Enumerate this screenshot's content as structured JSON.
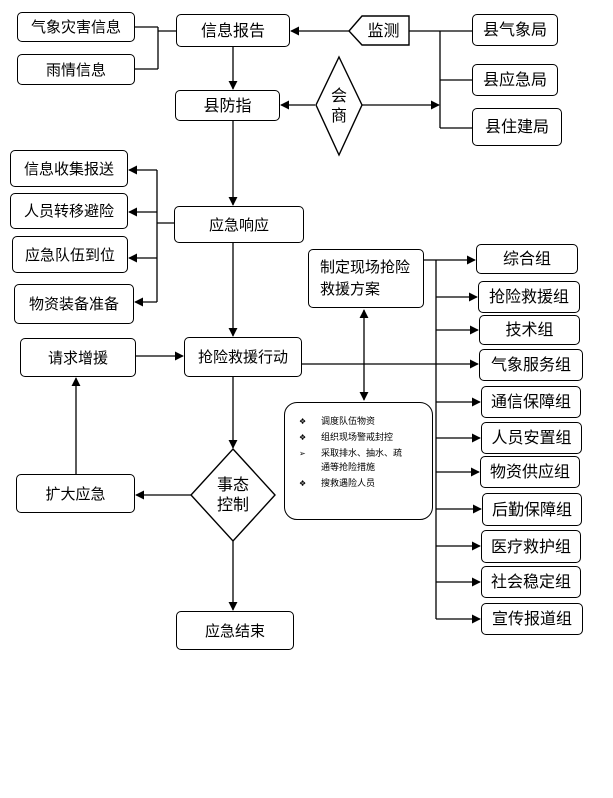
{
  "nodes": {
    "weather_disaster_info": "气象灾害信息",
    "rain_info": "雨情信息",
    "info_report": "信息报告",
    "monitoring": "监测",
    "county_weather_bureau": "县气象局",
    "county_emergency_bureau": "县应急局",
    "county_housing_bureau": "县住建局",
    "county_flood_hq": "县防指",
    "consultation": "会商",
    "info_collection": "信息收集报送",
    "evacuation": "人员转移避险",
    "team_in_place": "应急队伍到位",
    "supplies_ready": "物资装备准备",
    "emergency_response": "应急响应",
    "rescue_plan": "制定现场抢险救援方案",
    "request_reinforcement": "请求增援",
    "rescue_action": "抢险救援行动",
    "expand_emergency": "扩大应急",
    "situation_control": "事态控制",
    "emergency_end": "应急结束"
  },
  "groups": [
    "综合组",
    "抢险救援组",
    "技术组",
    "气象服务组",
    "通信保障组",
    "人员安置组",
    "物资供应组",
    "后勤保障组",
    "医疗救护组",
    "社会稳定组",
    "宣传报道组"
  ],
  "measures": [
    {
      "bullet": "❖",
      "text": "调度队伍物资"
    },
    {
      "bullet": "❖",
      "text": "组织现场警戒封控"
    },
    {
      "bullet": "➢",
      "text": "采取排水、抽水、疏通等抢险措施"
    },
    {
      "bullet": "❖",
      "text": "搜救遇险人员"
    }
  ]
}
